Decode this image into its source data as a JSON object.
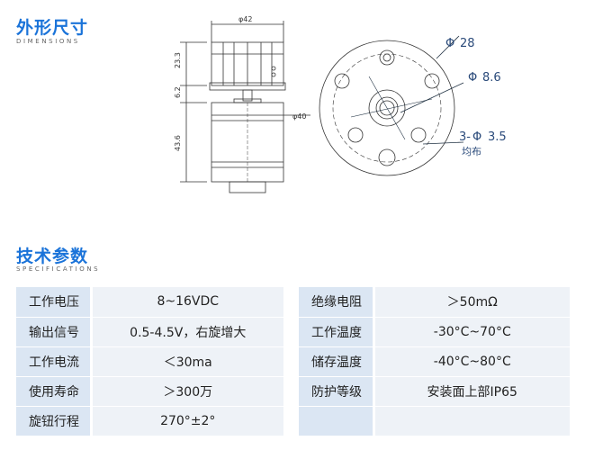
{
  "dimensions": {
    "title": "外形尺寸",
    "subtitle": "DIMENSIONS",
    "side_view": {
      "d42": "φ42",
      "d40": "φ40",
      "h23": "23.3",
      "h6": "6.2",
      "h43": "43.6"
    },
    "front_view": {
      "d28": "28",
      "d86": "8.6",
      "holes": "3-",
      "d35": "3.5",
      "note": "均布"
    }
  },
  "specs": {
    "title": "技术参数",
    "subtitle": "SPECIFICATIONS",
    "rows": [
      {
        "l1": "工作电压",
        "v1": "8~16VDC",
        "l2": "绝缘电阻",
        "v2": "＞50mΩ"
      },
      {
        "l1": "输出信号",
        "v1": "0.5-4.5V，右旋增大",
        "l2": "工作温度",
        "v2": "-30°C~70°C"
      },
      {
        "l1": "工作电流",
        "v1": "＜30ma",
        "l2": "储存温度",
        "v2": "-40°C~80°C"
      },
      {
        "l1": "使用寿命",
        "v1": "＞300万",
        "l2": "防护等级",
        "v2": "安装面上部IP65"
      },
      {
        "l1": "旋钮行程",
        "v1": "270°±2°",
        "l2": "",
        "v2": ""
      }
    ]
  }
}
